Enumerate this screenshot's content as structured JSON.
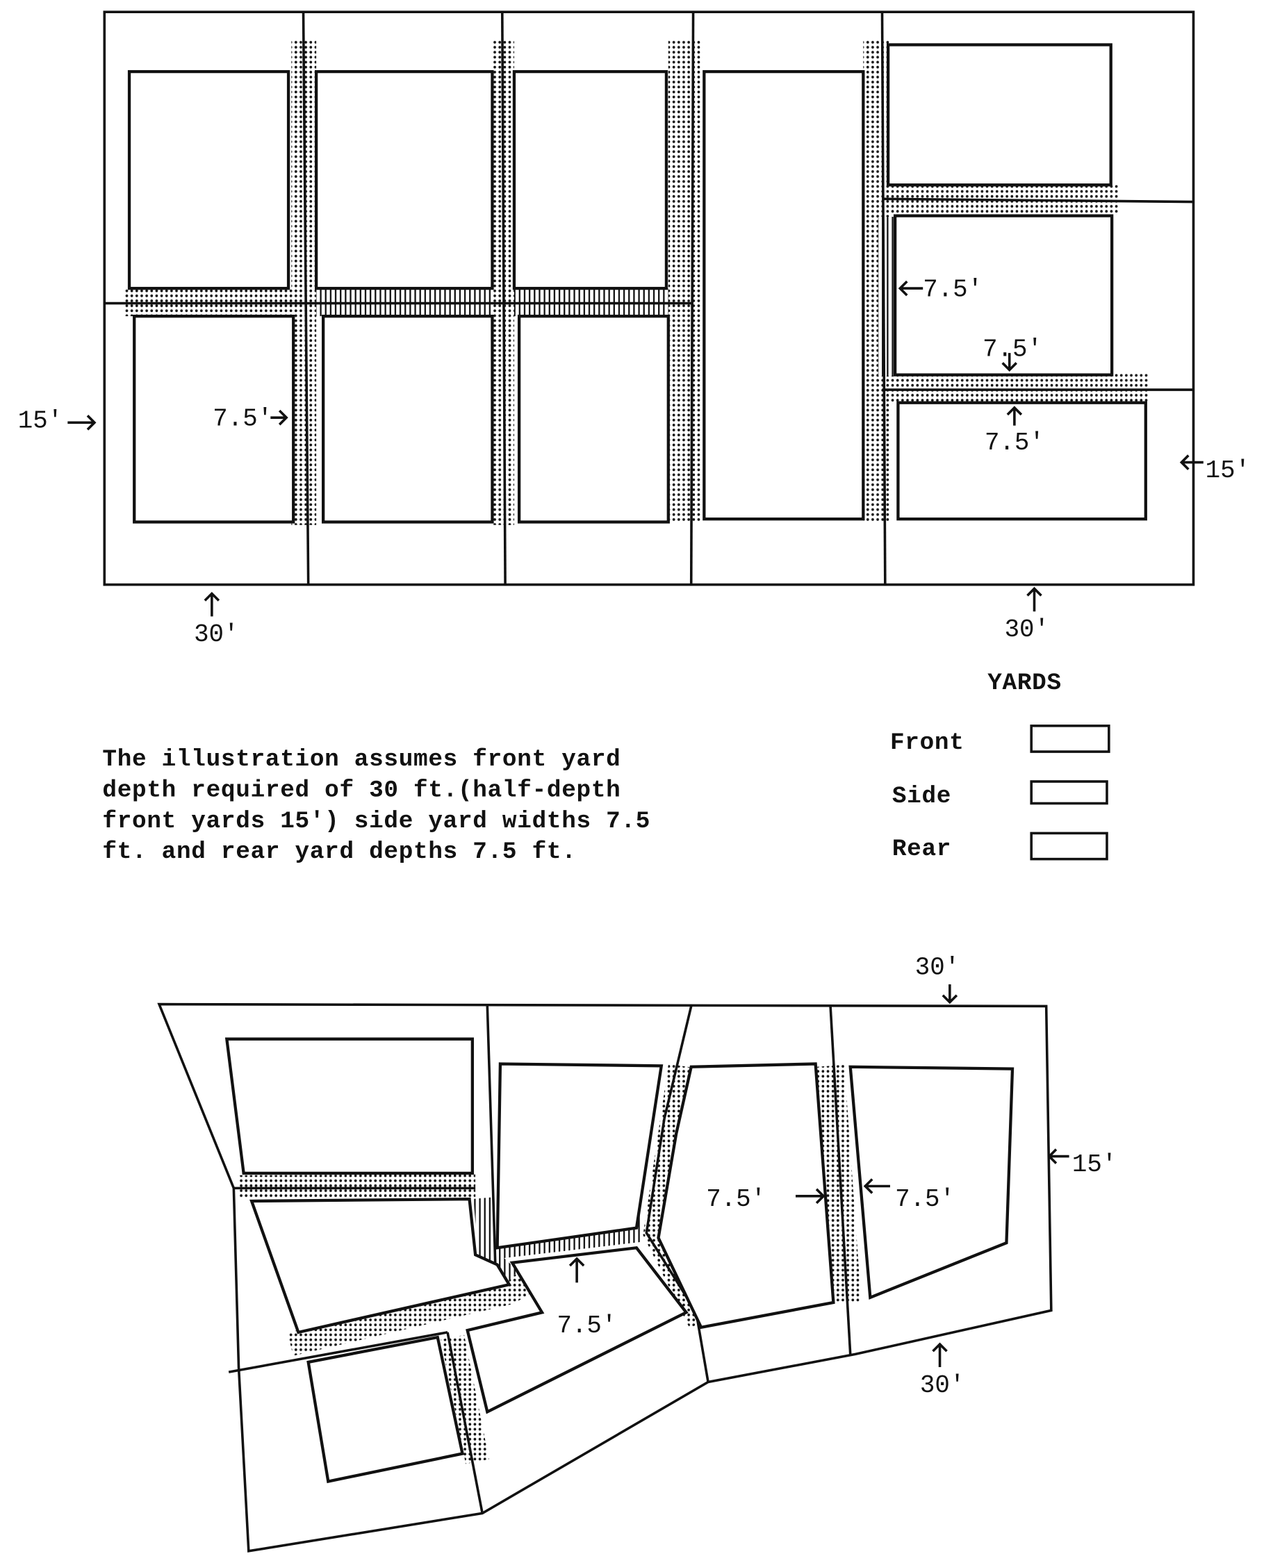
{
  "top_plan": {
    "labels": [
      "15'",
      "7.5'",
      "30'",
      "30'",
      "15'",
      "7.5'",
      "7.5'",
      "7.5'"
    ]
  },
  "legend": {
    "title": "YARDS",
    "items": [
      {
        "label": "Front",
        "pattern": "coarse-dots"
      },
      {
        "label": "Side",
        "pattern": "fine-dots"
      },
      {
        "label": "Rear",
        "pattern": "vertical-hatch"
      }
    ]
  },
  "note": {
    "lines": [
      "The illustration assumes front yard",
      "depth required of 30 ft.(half-depth",
      "front yards 15') side yard widths 7.5",
      "ft. and rear yard depths 7.5 ft."
    ]
  },
  "bottom_plan": {
    "labels": [
      "30'",
      "15'",
      "7.5'",
      "7.5'",
      "7.5'",
      "30'"
    ]
  },
  "colors": {
    "ink": "#111111",
    "paper": "#ffffff"
  }
}
